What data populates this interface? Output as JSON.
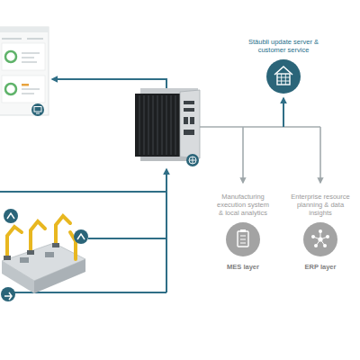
{
  "diagram": {
    "nodes": [
      {
        "text": [
          "Stäubli update server & customer service"
        ]
      },
      {
        "text": [
          "Manufacturing execution system & local analytics",
          "MES layer"
        ]
      },
      {
        "text": [
          "Enterprise resource planning & data insights",
          "ERP layer"
        ]
      }
    ]
  }
}
